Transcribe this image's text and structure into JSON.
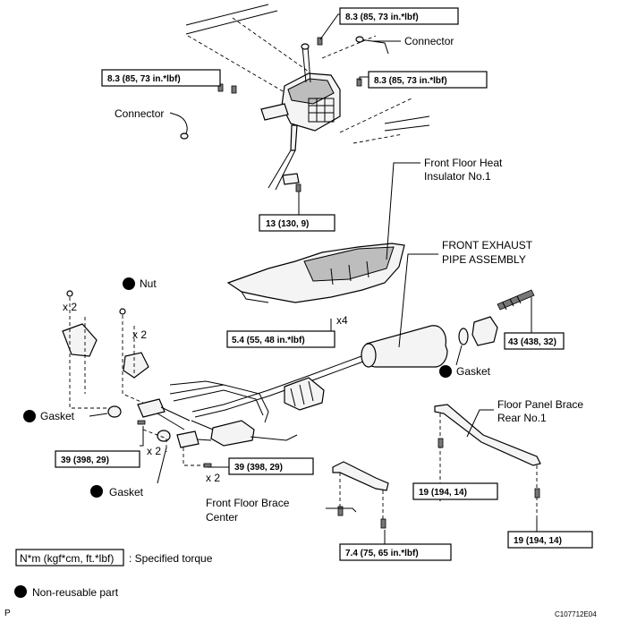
{
  "labels": {
    "connector_top": "Connector",
    "connector_left": "Connector",
    "heat_insulator": [
      "Front Floor Heat",
      "Insulator No.1"
    ],
    "exhaust_pipe": [
      "FRONT EXHAUST",
      "PIPE ASSEMBLY"
    ],
    "nut": "Nut",
    "gasket_right": "Gasket",
    "gasket_left": "Gasket",
    "gasket_bottom": "Gasket",
    "brace_rear": [
      "Floor Panel Brace",
      "Rear No.1"
    ],
    "brace_center": [
      "Front Floor Brace",
      "Center"
    ],
    "x2_a": "x 2",
    "x2_b": "x 2",
    "x2_c": "x 2",
    "x2_d": "x 2",
    "x4": "x4"
  },
  "torques": {
    "t_top": "8.3 (85, 73 in.*lbf)",
    "t_left": "8.3 (85, 73 in.*lbf)",
    "t_right": "8.3 (85, 73 in.*lbf)",
    "t_shift": "13 (130, 9)",
    "t_insulator": "5.4 (55, 48 in.*lbf)",
    "t_rear_flange": "43 (438, 32)",
    "t_flange_left": "39 (398, 29)",
    "t_flange_mid": "39 (398, 29)",
    "t_brace_rear_l": "19 (194, 14)",
    "t_brace_rear_r": "19 (194, 14)",
    "t_brace_center": "7.4 (75, 65 in.*lbf)"
  },
  "legend": {
    "unit": "N*m (kgf*cm, ft.*lbf)",
    "unit_desc": ": Specified torque",
    "nonreusable": "Non-reusable part"
  },
  "footer": {
    "left": "P",
    "right": "C107712E04"
  }
}
